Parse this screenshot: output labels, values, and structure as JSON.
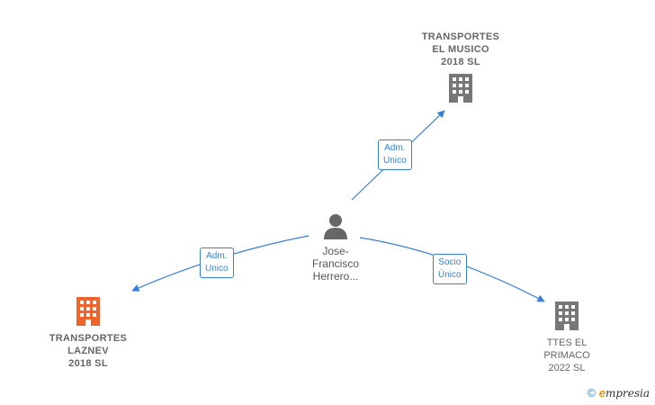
{
  "nodes": {
    "person": {
      "label": "Jose-\nFrancisco\nHerrero...",
      "icon": "person-icon",
      "color": "#666666"
    },
    "musico": {
      "label": "TRANSPORTES\nEL MUSICO\n2018  SL",
      "icon": "building-icon",
      "color": "#777777"
    },
    "laznev": {
      "label": "TRANSPORTES\nLAZNEV\n2018  SL",
      "icon": "building-icon",
      "color": "#f0632c"
    },
    "primaco": {
      "label": "TTES EL\nPRIMACO\n2022  SL",
      "icon": "building-icon",
      "color": "#777777"
    }
  },
  "edges": {
    "musico": {
      "label": "Adm.\nUnico"
    },
    "laznev": {
      "label": "Adm.\nUnico"
    },
    "primaco": {
      "label": "Socio\nÚnico"
    }
  },
  "colors": {
    "edge": "#3a7fd5"
  },
  "footer": {
    "copyright": "©",
    "brand_initial": "e",
    "brand_rest": "mpresia"
  }
}
